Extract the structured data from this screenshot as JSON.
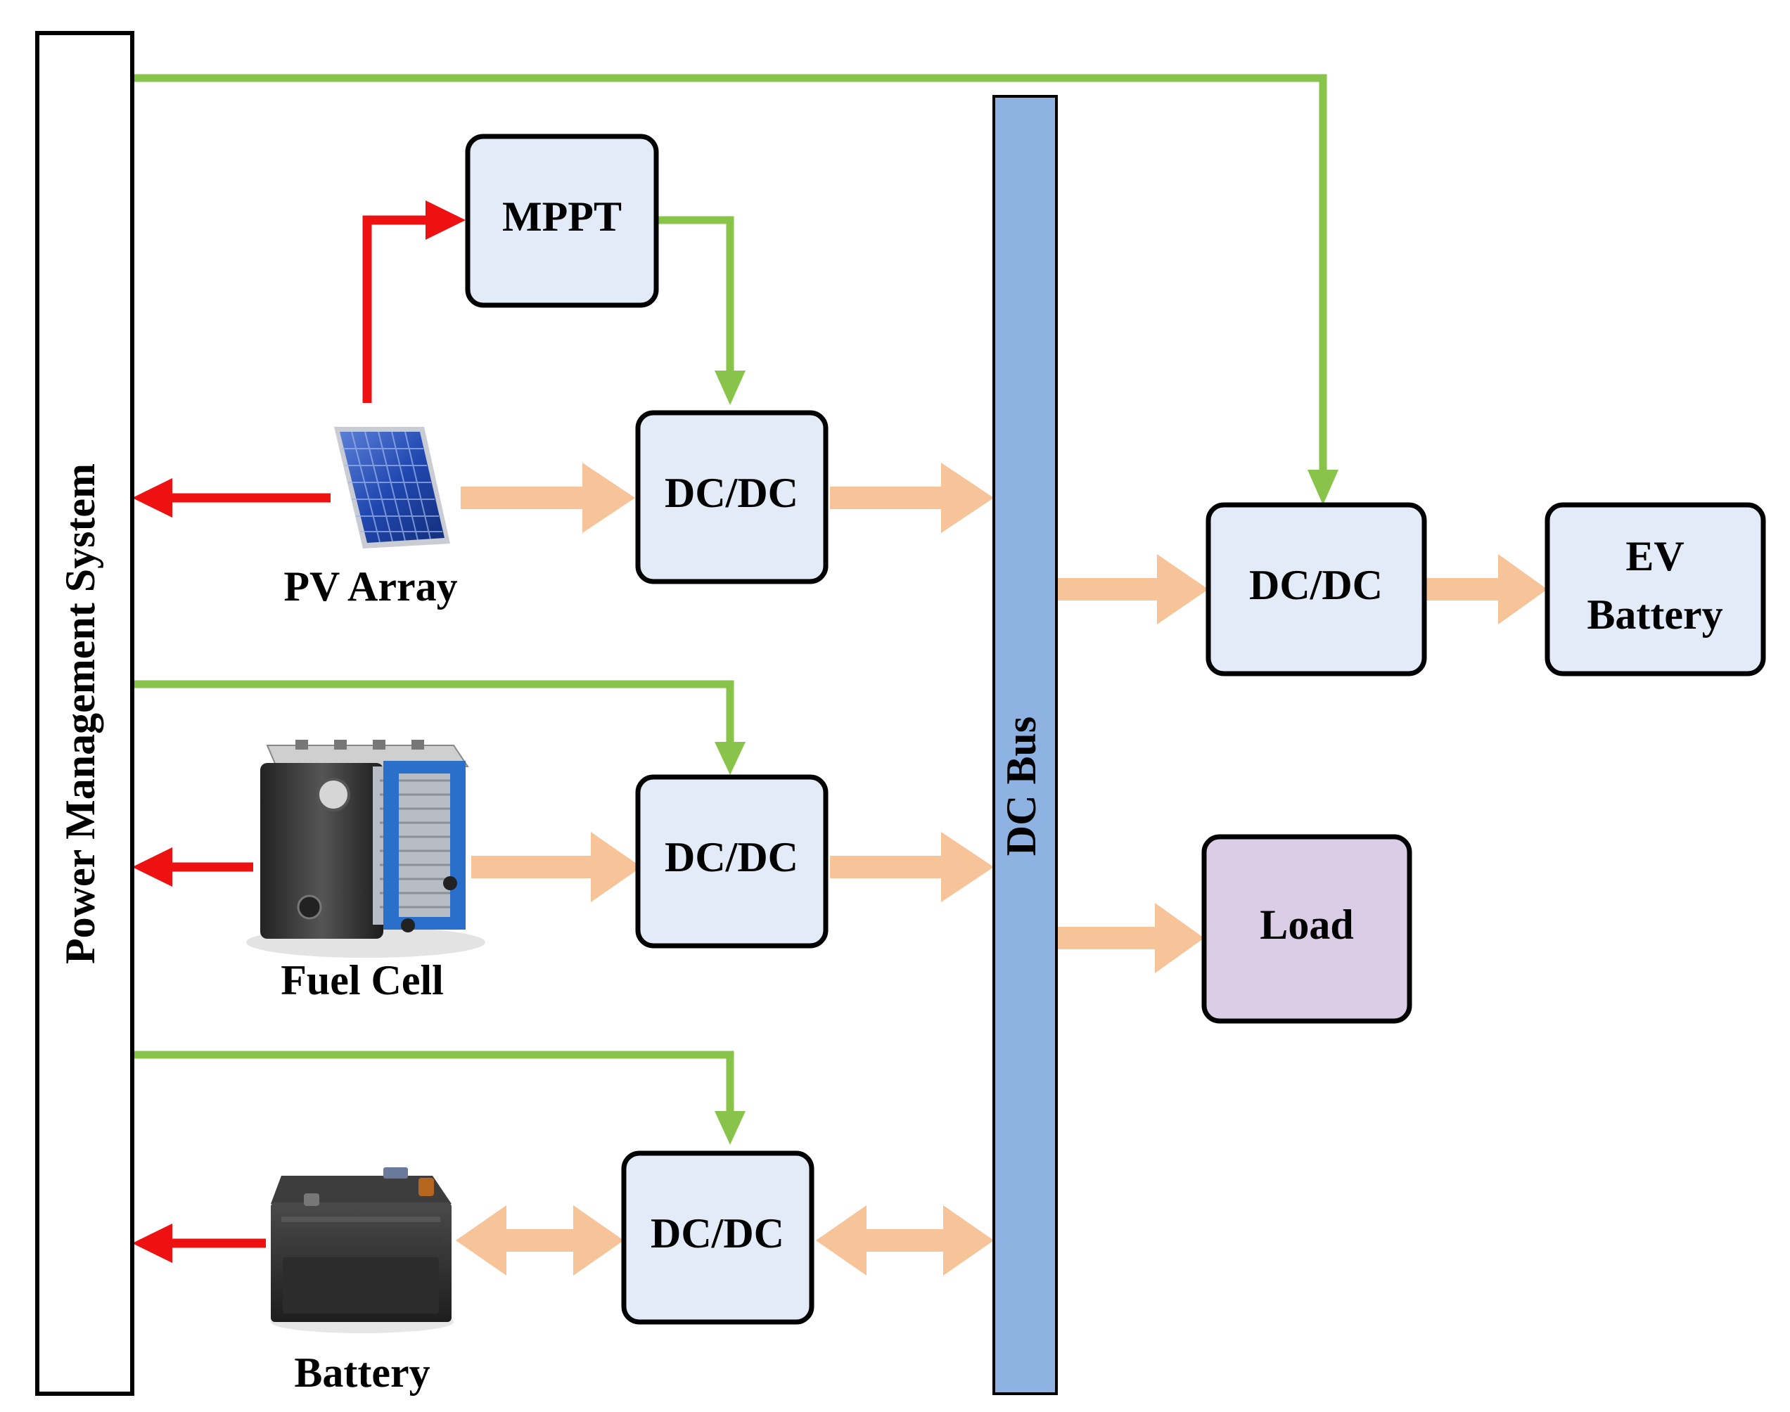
{
  "diagram": {
    "pms_label": "Power Management System",
    "dc_bus_label": "DC Bus",
    "mppt_label": "MPPT",
    "pv_label": "PV Array",
    "fuel_cell_label": "Fuel Cell",
    "battery_label": "Battery",
    "converters": {
      "pv": "DC/DC",
      "fuel_cell": "DC/DC",
      "battery": "DC/DC",
      "ev": "DC/DC"
    },
    "ev_battery_line1": "EV",
    "ev_battery_line2": "Battery",
    "load_label": "Load"
  },
  "colors": {
    "control_signal": "#88c34a",
    "measurement_signal": "#ee1111",
    "power_flow": "#f7c49a",
    "converter_fill": "#e2ebf7",
    "load_fill": "#dccde6",
    "bus_fill": "#8eb3e3"
  },
  "icons": [
    "solar-panel-icon",
    "fuel-cell-stack-icon",
    "car-battery-icon"
  ]
}
